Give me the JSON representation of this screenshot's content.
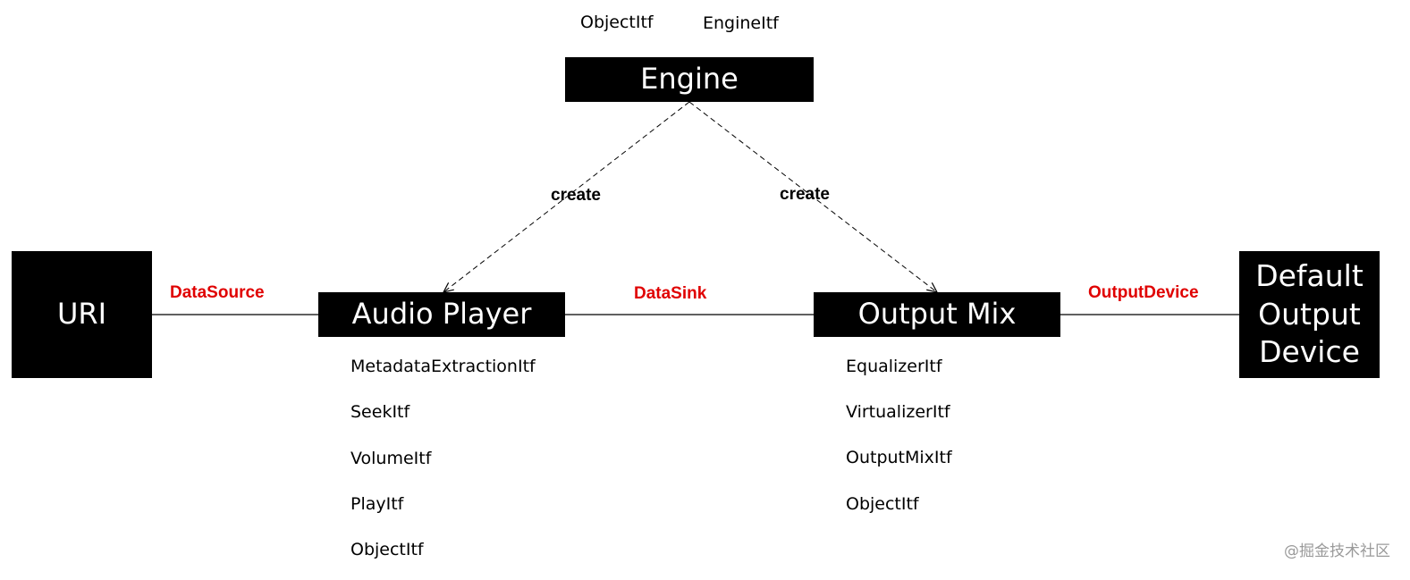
{
  "engine": {
    "label": "Engine",
    "interfaces": [
      "ObjectItf",
      "EngineItf"
    ]
  },
  "uri": {
    "label": "URI"
  },
  "audio_player": {
    "label": "Audio Player",
    "interfaces": [
      "MetadataExtractionItf",
      "SeekItf",
      "VolumeItf",
      "PlayItf",
      "ObjectItf"
    ]
  },
  "output_mix": {
    "label": "Output Mix",
    "interfaces": [
      "EqualizerItf",
      "VirtualizerItf",
      "OutputMixItf",
      "ObjectItf"
    ]
  },
  "default_output_device": {
    "label": "Default\nOutput\nDevice"
  },
  "edges": {
    "data_source": "DataSource",
    "data_sink": "DataSink",
    "output_device": "OutputDevice",
    "create_left": "create",
    "create_right": "create"
  },
  "colors": {
    "box": "#000000",
    "box_text": "#ffffff",
    "edge_label_red": "#e00000",
    "line": "#000000"
  },
  "watermark": "@掘金技术社区"
}
